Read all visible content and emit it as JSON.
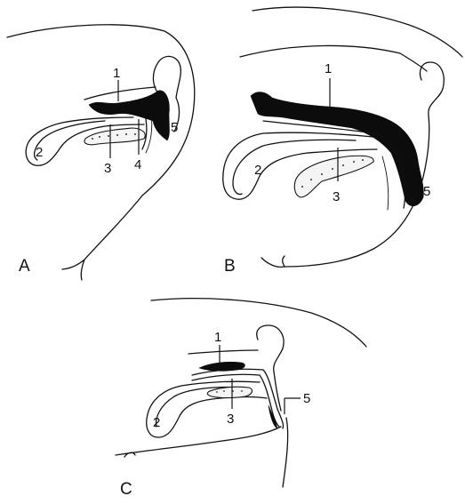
{
  "figure": {
    "panels": [
      {
        "id": "A",
        "label": "A",
        "markers": [
          "1",
          "2",
          "3",
          "4",
          "5"
        ]
      },
      {
        "id": "B",
        "label": "B",
        "markers": [
          "1",
          "2",
          "3",
          "5"
        ]
      },
      {
        "id": "C",
        "label": "C",
        "markers": [
          "1",
          "2",
          "3",
          "5"
        ]
      }
    ],
    "colors": {
      "ink": "#111111",
      "background": "#ffffff",
      "filled_region": "#0c0c0c"
    }
  }
}
